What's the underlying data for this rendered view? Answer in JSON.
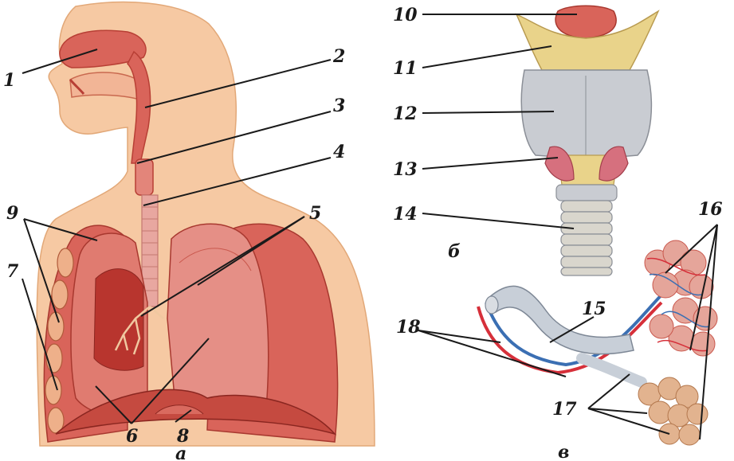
{
  "labels": {
    "l1": "1",
    "l2": "2",
    "l3": "3",
    "l4": "4",
    "l5": "5",
    "l6": "6",
    "l7": "7",
    "l8": "8",
    "l9": "9",
    "l10": "10",
    "l11": "11",
    "l12": "12",
    "l13": "13",
    "l14": "14",
    "l15": "15",
    "l16": "16",
    "l17": "17",
    "l18": "18"
  },
  "captions": {
    "a": "а",
    "b": "б",
    "c": "в"
  },
  "colors": {
    "skin": "#f6c9a3",
    "organ": "#d9645a",
    "organ_dark": "#b83f35",
    "cartilage": "#e9d38a",
    "thyroid_gray": "#c9ccd2",
    "trachea_ring": "#cfcfcf",
    "artery": "#d6303a",
    "vein": "#3b6fb3",
    "alveoli": "#e5a59a"
  }
}
